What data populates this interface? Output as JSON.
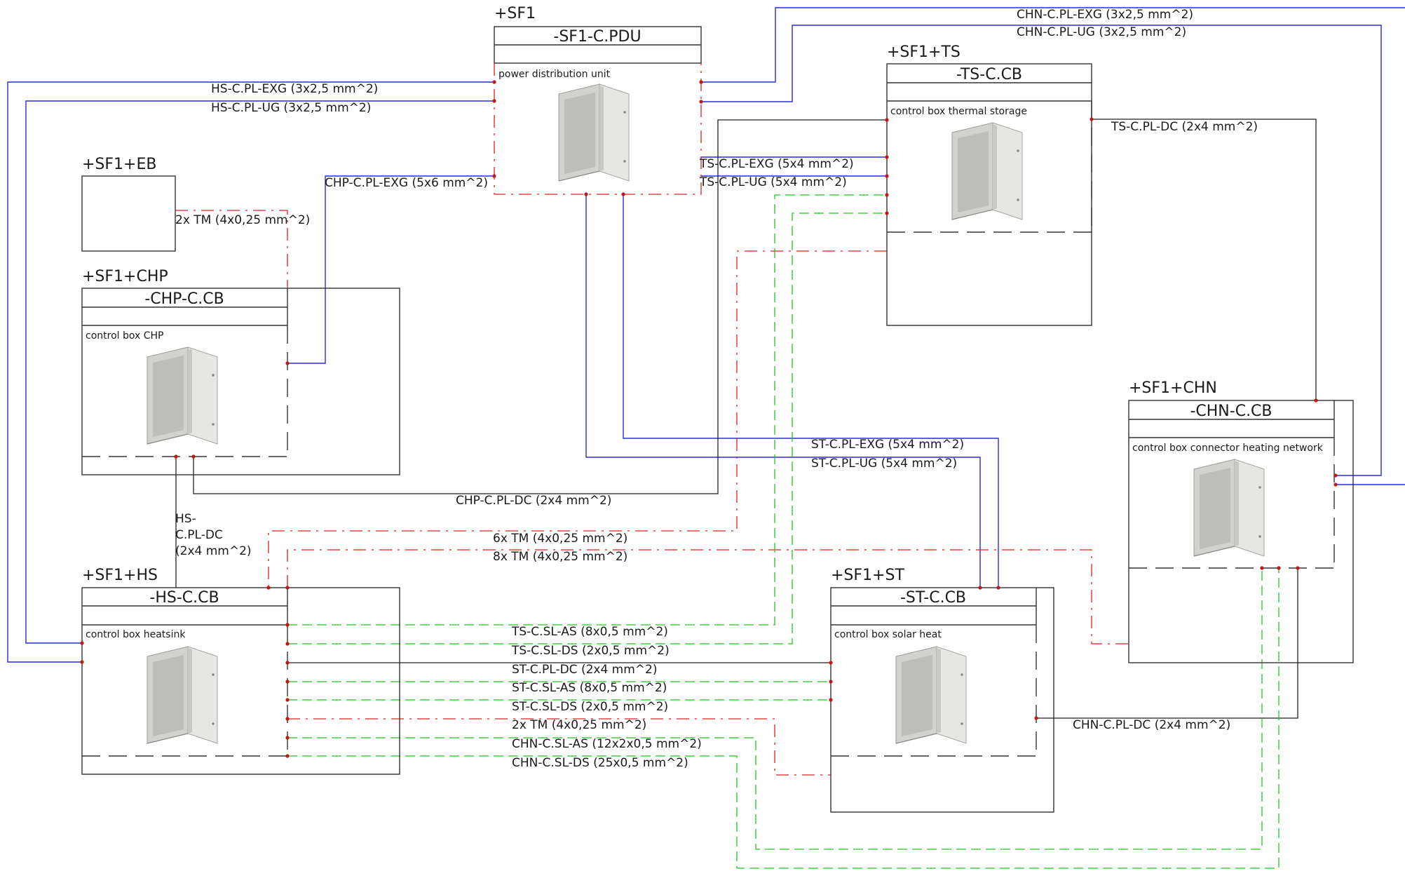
{
  "units": [
    {
      "id": "pdu",
      "location": "+SF1",
      "tag": "-SF1-C.PDU",
      "description": "power distribution unit"
    },
    {
      "id": "ts",
      "location": "+SF1+TS",
      "tag": "-TS-C.CB",
      "description": "control box thermal storage"
    },
    {
      "id": "eb",
      "location": "+SF1+EB",
      "tag": "",
      "description": ""
    },
    {
      "id": "chp",
      "location": "+SF1+CHP",
      "tag": "-CHP-C.CB",
      "description": "control box CHP"
    },
    {
      "id": "chn",
      "location": "+SF1+CHN",
      "tag": "-CHN-C.CB",
      "description": "control box connector heating network"
    },
    {
      "id": "hs",
      "location": "+SF1+HS",
      "tag": "-HS-C.CB",
      "description": "control box heatsink"
    },
    {
      "id": "st",
      "location": "+SF1+ST",
      "tag": "-ST-C.CB",
      "description": "control box solar heat"
    }
  ],
  "cables": {
    "chn_exg": "CHN-C.PL-EXG (3x2,5 mm^2)",
    "chn_ug": "CHN-C.PL-UG (3x2,5 mm^2)",
    "hs_exg": "HS-C.PL-EXG (3x2,5 mm^2)",
    "hs_ug": "HS-C.PL-UG (3x2,5 mm^2)",
    "chp_exg": "CHP-C.PL-EXG (5x6 mm^2)",
    "eb_tm": "2x TM (4x0,25 mm^2)",
    "ts_exg": "TS-C.PL-EXG (5x4 mm^2)",
    "ts_ug": "TS-C.PL-UG (5x4 mm^2)",
    "ts_dc": "TS-C.PL-DC (2x4 mm^2)",
    "st_exg": "ST-C.PL-EXG (5x4 mm^2)",
    "st_ug": "ST-C.PL-UG (5x4 mm^2)",
    "chp_dc": "CHP-C.PL-DC (2x4 mm^2)",
    "hs_dc_1": "HS-",
    "hs_dc_2": "C.PL-DC",
    "hs_dc_3": "(2x4 mm^2)",
    "tm6": "6x TM (4x0,25 mm^2)",
    "tm8": "8x TM (4x0,25 mm^2)",
    "ts_sl_as": "TS-C.SL-AS (8x0,5 mm^2)",
    "ts_sl_ds": "TS-C.SL-DS (2x0,5 mm^2)",
    "st_dc": "ST-C.PL-DC (2x4 mm^2)",
    "st_sl_as": "ST-C.SL-AS (8x0,5 mm^2)",
    "st_sl_ds": "ST-C.SL-DS (2x0,5 mm^2)",
    "st_tm": "2x TM (4x0,25 mm^2)",
    "chn_sl_as": "CHN-C.SL-AS (12x2x0,5 mm^2)",
    "chn_sl_ds": "CHN-C.SL-DS (25x0,5 mm^2)",
    "chn_dc": "CHN-C.PL-DC (2x4 mm^2)"
  },
  "colors": {
    "power": "#2a2ad8",
    "dc": "#222222",
    "tm": "#e02020",
    "signal": "#22c522",
    "terminal": "#c01818"
  },
  "icons": {
    "cabinet": "electrical-cabinet-icon"
  }
}
